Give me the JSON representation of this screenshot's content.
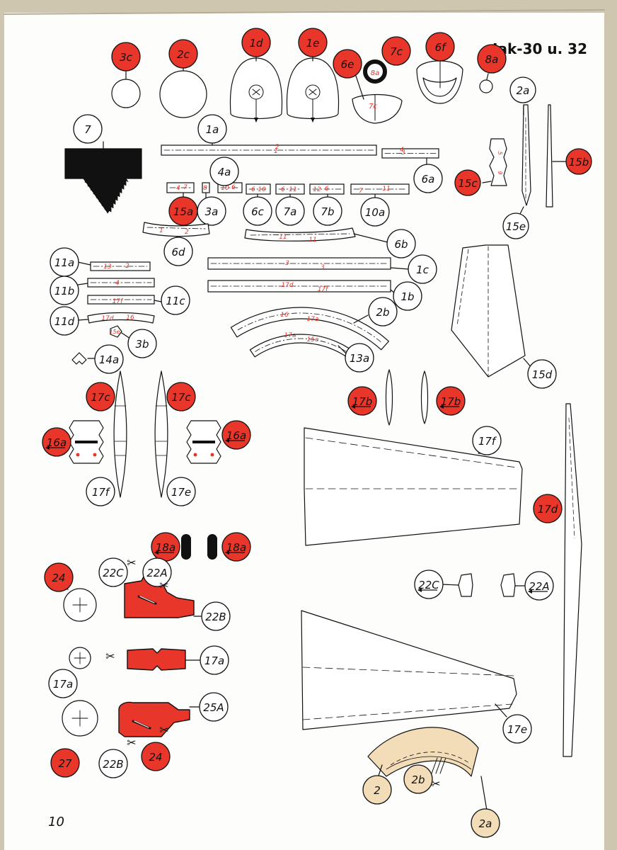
{
  "header": {
    "title": "Jak-30 u. 32"
  },
  "page_number": "10",
  "colors": {
    "red": "#e8362a",
    "ink": "#111111",
    "cream": "#f3dcb8",
    "paper": "#fdfdfb",
    "edge": "#cfc6b0"
  },
  "labels": [
    {
      "text": "3c",
      "fill": "red"
    },
    {
      "text": "2c",
      "fill": "red"
    },
    {
      "text": "1d",
      "fill": "red"
    },
    {
      "text": "1e",
      "fill": "red"
    },
    {
      "text": "7c",
      "fill": "red"
    },
    {
      "text": "6e",
      "fill": "red"
    },
    {
      "text": "6f",
      "fill": "red"
    },
    {
      "text": "8a",
      "fill": "red"
    },
    {
      "text": "7",
      "fill": "white"
    },
    {
      "text": "1a",
      "fill": "white"
    },
    {
      "text": "6a",
      "fill": "white"
    },
    {
      "text": "2a",
      "fill": "white"
    },
    {
      "text": "15b",
      "fill": "red"
    },
    {
      "text": "15c",
      "fill": "red"
    },
    {
      "text": "15e",
      "fill": "white"
    },
    {
      "text": "15a",
      "fill": "red"
    },
    {
      "text": "3a",
      "fill": "white"
    },
    {
      "text": "4a",
      "fill": "white"
    },
    {
      "text": "6c",
      "fill": "white"
    },
    {
      "text": "7a",
      "fill": "white"
    },
    {
      "text": "7b",
      "fill": "white"
    },
    {
      "text": "10a",
      "fill": "white"
    },
    {
      "text": "6d",
      "fill": "white"
    },
    {
      "text": "6b",
      "fill": "white"
    },
    {
      "text": "11a",
      "fill": "white"
    },
    {
      "text": "1c",
      "fill": "white"
    },
    {
      "text": "11b",
      "fill": "white"
    },
    {
      "text": "1b",
      "fill": "white"
    },
    {
      "text": "11c",
      "fill": "white"
    },
    {
      "text": "11d",
      "fill": "white"
    },
    {
      "text": "2b",
      "fill": "white"
    },
    {
      "text": "13a",
      "fill": "white"
    },
    {
      "text": "3b",
      "fill": "white"
    },
    {
      "text": "14a",
      "fill": "white"
    },
    {
      "text": "15d",
      "fill": "white"
    },
    {
      "text": "17c",
      "fill": "red"
    },
    {
      "text": "17c",
      "fill": "red"
    },
    {
      "text": "16a",
      "fill": "red"
    },
    {
      "text": "16a",
      "fill": "red"
    },
    {
      "text": "17f",
      "fill": "white"
    },
    {
      "text": "17f",
      "fill": "white"
    },
    {
      "text": "17e",
      "fill": "white"
    },
    {
      "text": "17b",
      "fill": "red"
    },
    {
      "text": "17b",
      "fill": "red"
    },
    {
      "text": "17d",
      "fill": "red"
    },
    {
      "text": "18a",
      "fill": "red"
    },
    {
      "text": "18a",
      "fill": "red"
    },
    {
      "text": "24",
      "fill": "red"
    },
    {
      "text": "22C",
      "fill": "white"
    },
    {
      "text": "22A",
      "fill": "white"
    },
    {
      "text": "22B",
      "fill": "white"
    },
    {
      "text": "17a",
      "fill": "white"
    },
    {
      "text": "17a",
      "fill": "white"
    },
    {
      "text": "25A",
      "fill": "white"
    },
    {
      "text": "27",
      "fill": "red"
    },
    {
      "text": "22B",
      "fill": "white"
    },
    {
      "text": "24",
      "fill": "red"
    },
    {
      "text": "22C",
      "fill": "white"
    },
    {
      "text": "22A",
      "fill": "white"
    },
    {
      "text": "17e",
      "fill": "white"
    },
    {
      "text": "2",
      "fill": "cream"
    },
    {
      "text": "2b",
      "fill": "cream"
    },
    {
      "text": "2a",
      "fill": "cream"
    }
  ],
  "part_marks": [
    "7c",
    "8a",
    "1",
    "2",
    "3",
    "4",
    "5",
    "9",
    "4",
    "7",
    "8",
    "10",
    "6",
    "6",
    "10",
    "6",
    "11",
    "12",
    "6",
    "7",
    "11",
    "1",
    "2",
    "11",
    "11",
    "13",
    "2",
    "3",
    "3",
    "4",
    "17d",
    "17f",
    "17f",
    "17d",
    "16",
    "16",
    "17a",
    "17a",
    "15e",
    "15e"
  ]
}
